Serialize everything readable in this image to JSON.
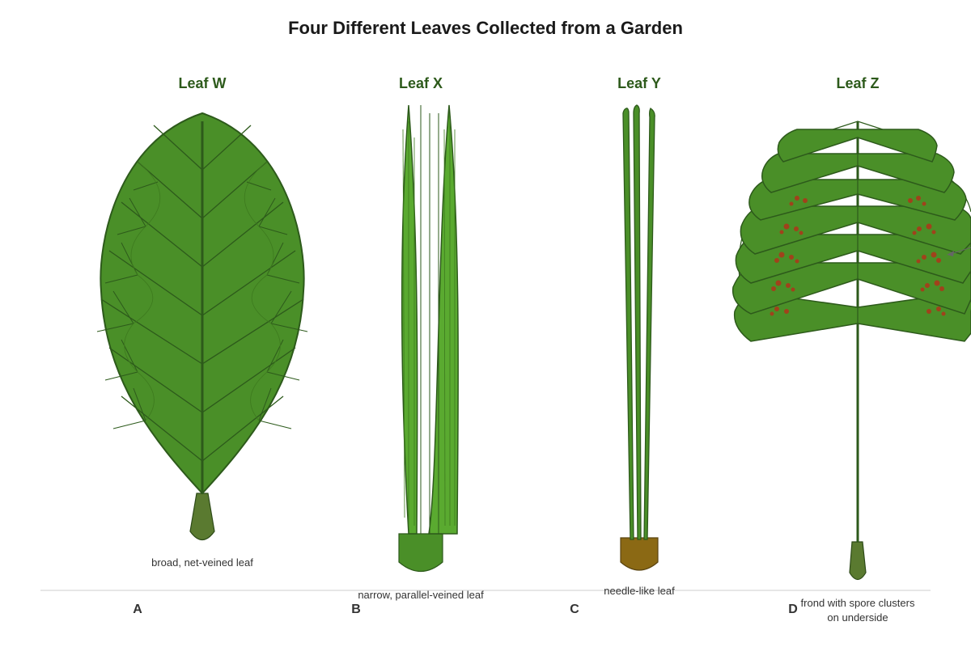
{
  "title": "Four Different Leaves Collected from a Garden",
  "colors": {
    "leaf_green": "#4a8f28",
    "outline": "#2d5a1b",
    "petiole": "#5a7a30",
    "bright_green": "#5aaa30",
    "needle_base": "#8b6914",
    "spore": "#a0421b"
  },
  "leaves": [
    {
      "name": "Leaf W",
      "caption": "broad, net-veined leaf",
      "letter": "A",
      "icon": "broad-leaf-icon"
    },
    {
      "name": "Leaf X",
      "caption": "narrow, parallel-veined leaf",
      "letter": "B",
      "icon": "grass-blade-icon"
    },
    {
      "name": "Leaf Y",
      "caption": "needle-like leaf",
      "letter": "C",
      "icon": "pine-needle-icon"
    },
    {
      "name": "Leaf Z",
      "caption_lines": [
        "frond with spore clusters",
        "on underside"
      ],
      "letter": "D",
      "icon": "fern-frond-icon"
    }
  ]
}
